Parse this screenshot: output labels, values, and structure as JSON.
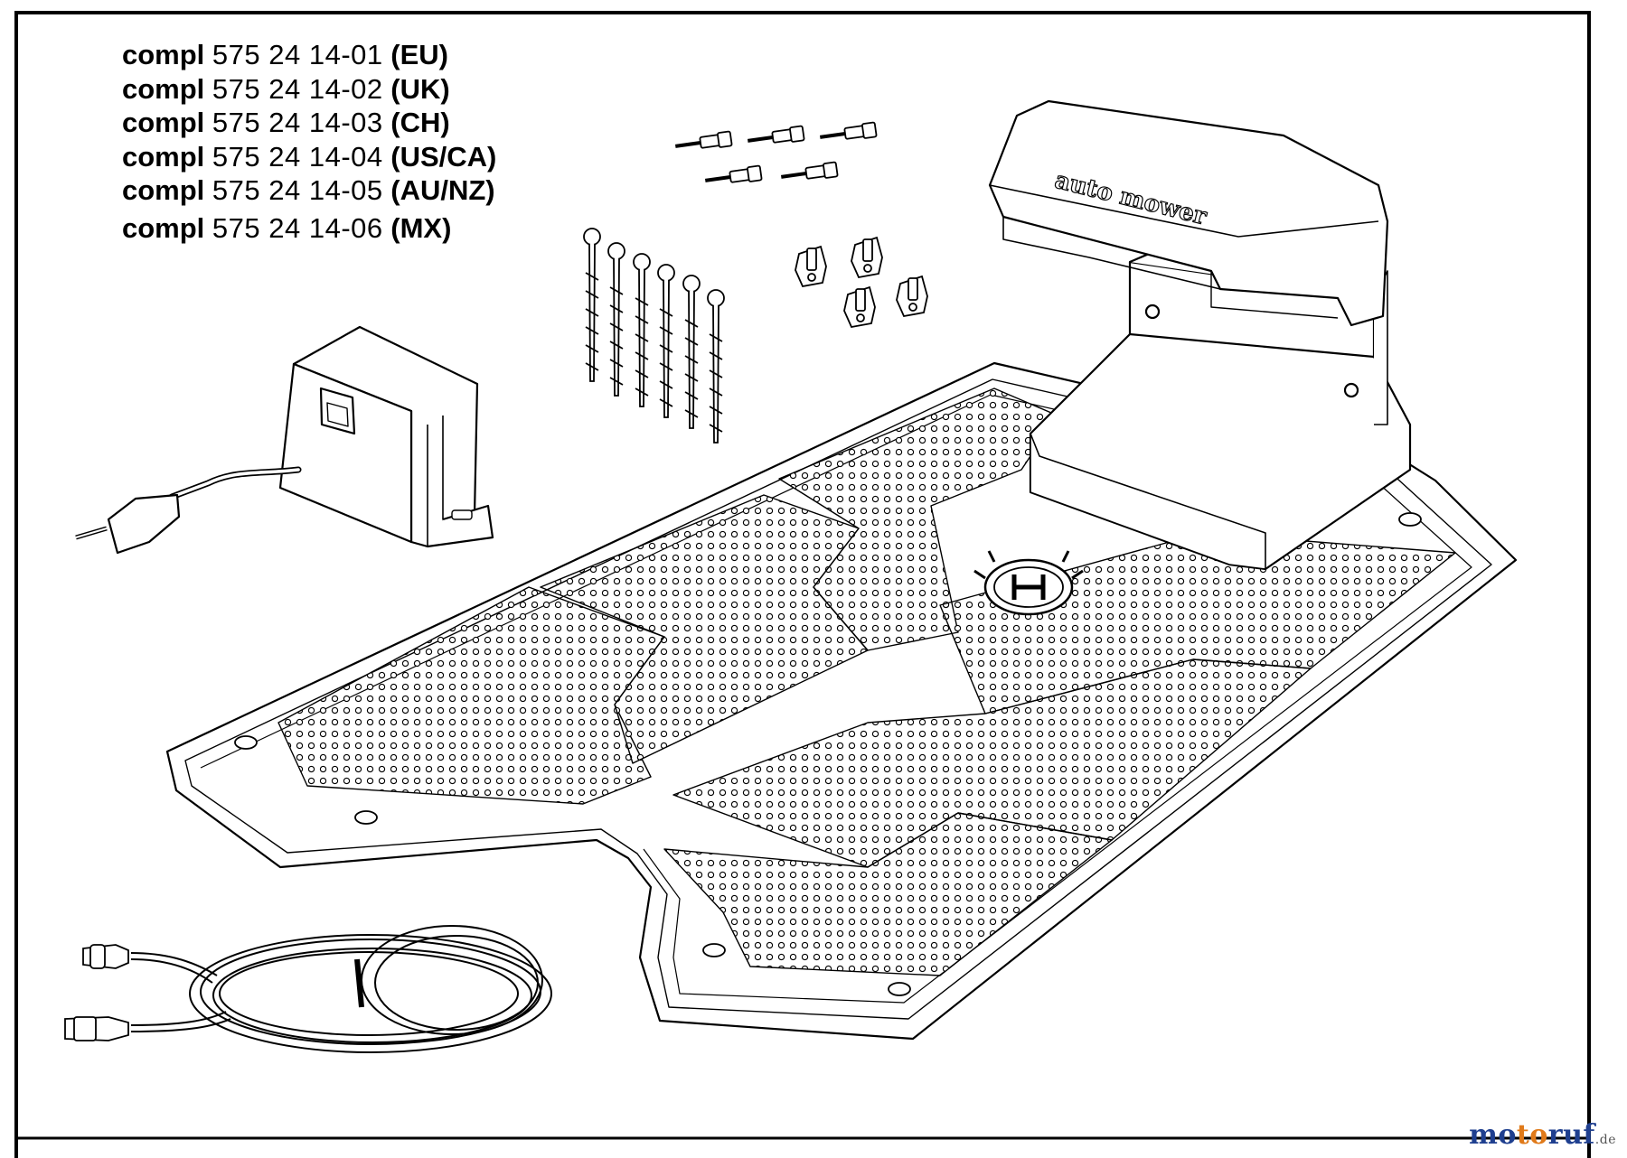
{
  "parts": [
    {
      "prefix": "compl",
      "number": "575 24 14-01",
      "region": "(EU)"
    },
    {
      "prefix": "compl",
      "number": "575 24 14-02",
      "region": "(UK)"
    },
    {
      "prefix": "compl",
      "number": "575 24 14-03",
      "region": "(CH)"
    },
    {
      "prefix": "compl",
      "number": "575 24 14-04",
      "region": "(US/CA)"
    },
    {
      "prefix": "compl",
      "number": "575 24 14-05",
      "region": "(AU/NZ)"
    },
    {
      "prefix": "compl",
      "number": "575 24 14-06",
      "region": "(MX)"
    }
  ],
  "station_logo_text": "auto mower",
  "watermark": {
    "name": "motoruf",
    "tld": ".de"
  },
  "colors": {
    "line": "#000000",
    "background": "#ffffff",
    "watermark_blue": "#1f3f8f",
    "watermark_orange": "#e07a1a"
  }
}
